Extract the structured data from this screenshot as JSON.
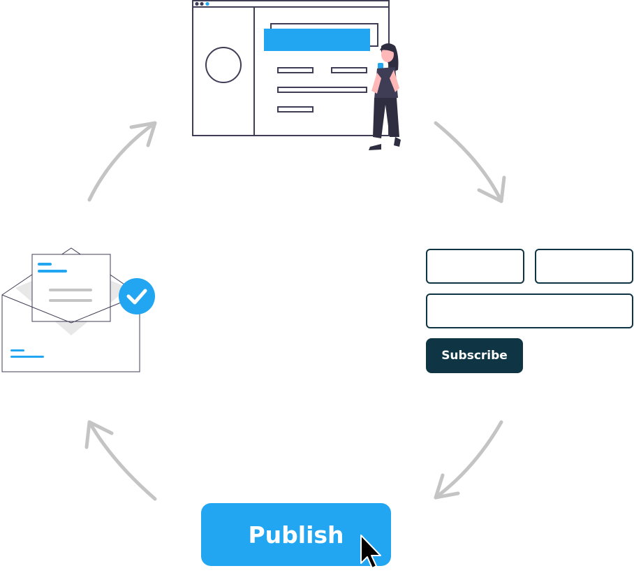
{
  "subscribe_form": {
    "button_label": "Subscribe"
  },
  "publish": {
    "button_label": "Publish"
  },
  "colors": {
    "accent": "#23a6f2",
    "dark": "#0f3544",
    "arrow": "#c4c4c4",
    "outline": "#3f3d56"
  },
  "icons": [
    "browser-window-icon",
    "person-illustration",
    "envelope-icon",
    "checkmark-icon",
    "cursor-icon",
    "cycle-arrow-icon"
  ]
}
